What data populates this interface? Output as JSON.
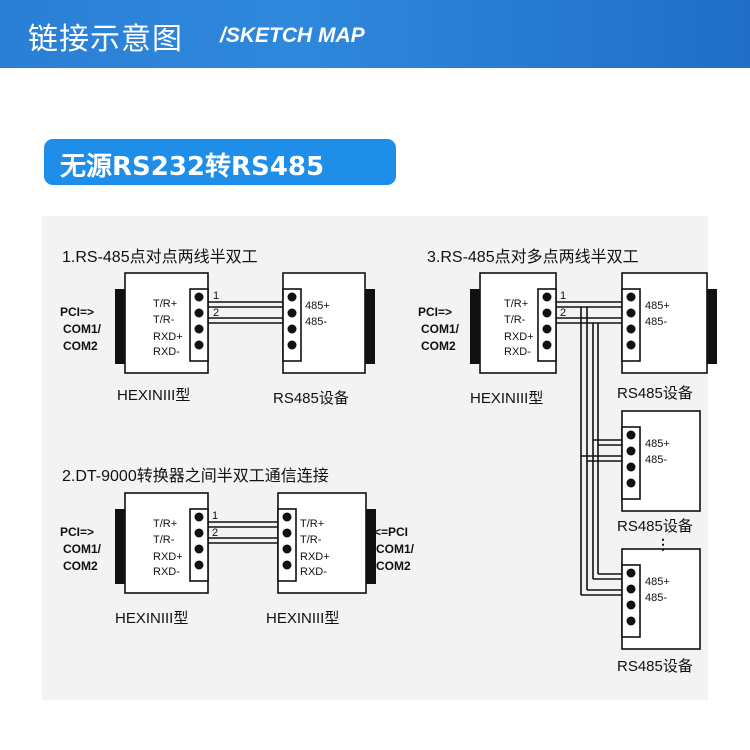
{
  "header": {
    "title": "链接示意图",
    "subtitle": "/SKETCH MAP"
  },
  "badge": {
    "label": "无源RS232转RS485"
  },
  "sections": {
    "s1": {
      "title": "1.RS-485点对点两线半双工"
    },
    "s2": {
      "title": "2.DT-9000转换器之间半双工通信连接"
    },
    "s3": {
      "title": "3.RS-485点对多点两线半双工"
    }
  },
  "labels": {
    "pc_in": [
      "PCI=>",
      "COM1/",
      "COM2"
    ],
    "pc_out": [
      "<=PCI",
      "COM1/",
      "COM2"
    ],
    "conv_pins": [
      "T/R+",
      "T/R-",
      "RXD+",
      "RXD-"
    ],
    "dev_pins": [
      "485+",
      "485-"
    ],
    "wire1": "1",
    "wire2": "2",
    "conv_name": "HEXINIII型",
    "dev_name": "RS485设备",
    "dots": "⋮"
  },
  "colors": {
    "header": "#2a7fd4",
    "badge": "#1e8ee8",
    "panel": "#f3f3f3",
    "line": "#111111"
  }
}
